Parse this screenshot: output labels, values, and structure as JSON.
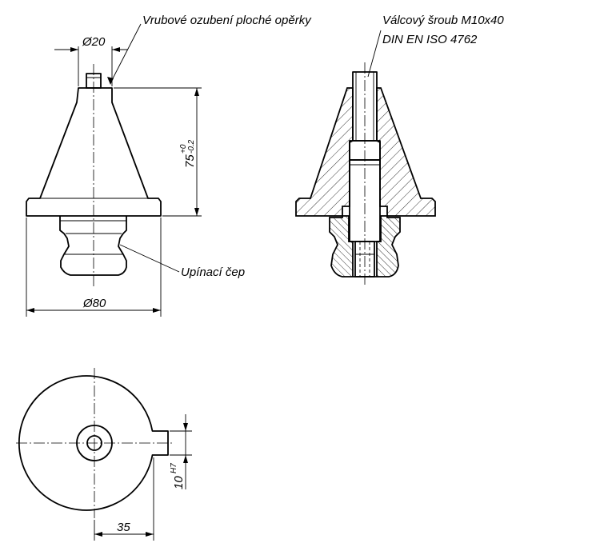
{
  "labels": {
    "serration": "Vrubové ozubení ploché opěrky",
    "screw_line1": "Válcový šroub M10x40",
    "screw_line2": "DIN EN ISO 4762",
    "clamping_pin": "Upínací čep"
  },
  "dimensions": {
    "top_diameter": "Ø20",
    "height": "75",
    "height_tol_upper": "+0",
    "height_tol_lower": "-0.2",
    "base_diameter": "Ø80",
    "slot_width": "10",
    "slot_tolerance": "H7",
    "slot_offset": "35"
  }
}
